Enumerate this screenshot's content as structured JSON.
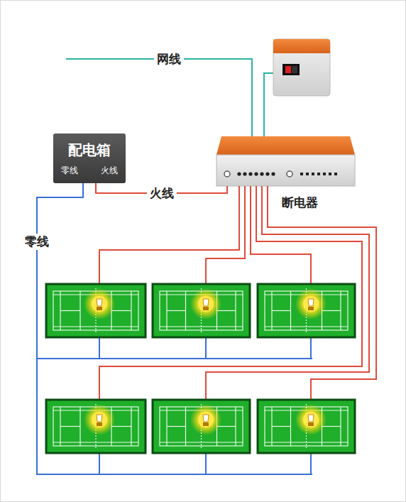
{
  "diagram": {
    "nodes": [
      {
        "text": [
          "配电箱",
          "零线",
          "火线"
        ]
      },
      {
        "text": [
          "断电器"
        ]
      }
    ],
    "edges": [
      {
        "from": 0,
        "to": 1,
        "arrow": "none",
        "label": "火线"
      }
    ],
    "labels": [
      "网线",
      "零线"
    ]
  }
}
